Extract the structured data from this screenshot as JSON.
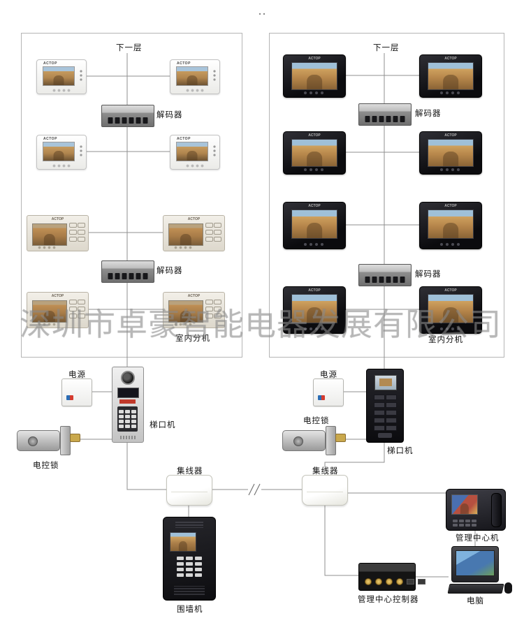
{
  "watermark": "深圳市卓豪智能电器发展有限公司",
  "brand": "ACTOP",
  "labels": {
    "next_floor": "下一层",
    "decoder": "解码器",
    "indoor_extension": "室内分机",
    "power_supply": "电源",
    "elevator_door_station": "梯口机",
    "electric_lock": "电控锁",
    "hub": "集线器",
    "wall_station": "围墙机",
    "management_center_unit": "管理中心机",
    "management_center_controller": "管理中心控制器",
    "computer": "电脑"
  }
}
